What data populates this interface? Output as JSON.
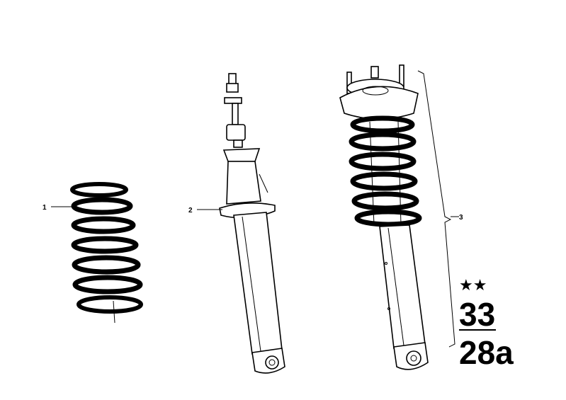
{
  "callouts": [
    {
      "id": "1",
      "label": "1"
    },
    {
      "id": "2",
      "label": "2"
    },
    {
      "id": "3",
      "label": "3"
    }
  ],
  "group": {
    "stars": "★★",
    "main_group": "33",
    "sub_group": "28a"
  },
  "colors": {
    "ink": "#000000",
    "paper": "#ffffff"
  }
}
